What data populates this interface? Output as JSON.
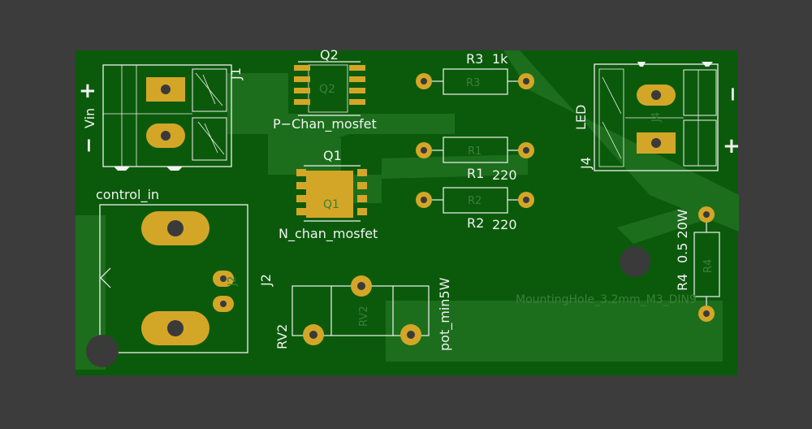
{
  "colors": {
    "background": "#3c3c3c",
    "board": "#0b5a0b",
    "board_light": "#2a7a2a",
    "copper_pad": "#d4a627",
    "silk": "#f2f2f2",
    "hole": "#3a3a3a"
  },
  "components": {
    "j1": {
      "ref": "J1",
      "value": "Vin",
      "plus": "+",
      "minus": "−"
    },
    "q2": {
      "ref": "Q2",
      "value": "P−Chan_mosfet",
      "fab": "Q2"
    },
    "q1": {
      "ref": "Q1",
      "value": "N_chan_mosfet",
      "fab": "Q1"
    },
    "r3": {
      "ref": "R3",
      "value": "1k",
      "fab": "R3"
    },
    "r1": {
      "ref": "R1",
      "value": "220",
      "fab": "R1"
    },
    "r2": {
      "ref": "R2",
      "value": "220",
      "fab": "R2"
    },
    "j4": {
      "ref": "J4",
      "value": "LED",
      "fab": "J4",
      "plus": "+",
      "minus": "−"
    },
    "r4": {
      "ref": "R4",
      "value": "0.5 20W",
      "fab": "R4"
    },
    "j2": {
      "ref": "J2",
      "value": "control_in",
      "fab": "J2"
    },
    "rv2": {
      "ref": "RV2",
      "value": "pot_min5W",
      "fab": "RV2"
    },
    "mounting_hole": {
      "label": "MountingHole_3.2mm_M3_DIN9"
    }
  }
}
